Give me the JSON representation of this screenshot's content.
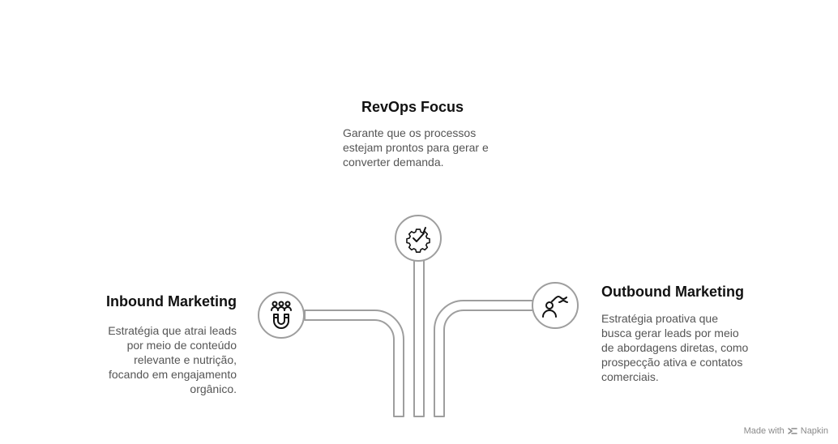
{
  "nodes": {
    "center": {
      "title": "RevOps Focus",
      "description": "Garante que os processos estejam prontos para gerar e converter demanda.",
      "icon": "gear-check-icon"
    },
    "left": {
      "title": "Inbound Marketing",
      "description": "Estratégia que atrai leads por meio de conteúdo relevante e nutrição, focando em engajamento orgânico.",
      "icon": "magnet-people-icon"
    },
    "right": {
      "title": "Outbound Marketing",
      "description": "Estratégia proativa que busca gerar leads por meio de abordagens diretas, como prospecção ativa e contatos comerciais.",
      "icon": "person-reach-icon"
    }
  },
  "watermark": {
    "prefix": "Made with",
    "brand": "Napkin",
    "icon": "napkin-logo-icon"
  },
  "colors": {
    "pipe_stroke": "#9e9e9e",
    "title_text": "#111111",
    "body_text": "#555555"
  }
}
